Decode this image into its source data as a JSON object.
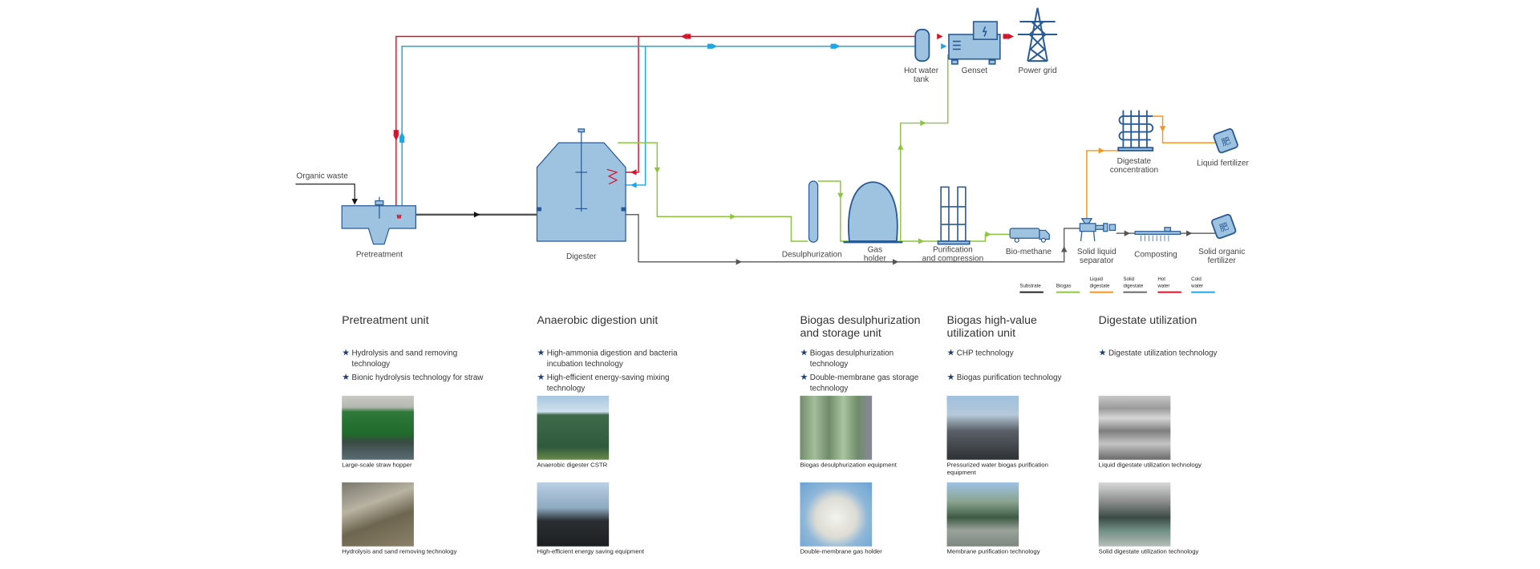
{
  "diagram": {
    "organic_waste": "Organic waste",
    "pretreatment": "Pretreatment",
    "digester": "Digester",
    "desulphurization": "Desulphurization",
    "gas_holder": [
      "Gas",
      "holder"
    ],
    "purification": [
      "Purification",
      "and compression"
    ],
    "bio_methane": "Bio-methane",
    "separator": [
      "Solid liquid",
      "separator"
    ],
    "composting": "Composting",
    "solid_fertilizer": [
      "Solid organic",
      "fertilizer"
    ],
    "concentration": [
      "Digestate",
      "concentration"
    ],
    "liquid_fertilizer": "Liquid fertilizer",
    "hot_water_tank": [
      "Hot water",
      "tank"
    ],
    "genset": "Genset",
    "power_grid": "Power grid",
    "fertilizer_bag_mark": "肥"
  },
  "legend": [
    {
      "label": [
        "",
        "Substrate"
      ],
      "color": "#222222"
    },
    {
      "label": [
        "",
        "Biogas"
      ],
      "color": "#8cc63f"
    },
    {
      "label": [
        "Liquid",
        "digestate"
      ],
      "color": "#f7941d"
    },
    {
      "label": [
        "Solid",
        "digestate"
      ],
      "color": "#666666"
    },
    {
      "label": [
        "Hot",
        "water"
      ],
      "color": "#d7132a"
    },
    {
      "label": [
        "Cold",
        "water"
      ],
      "color": "#1ea5e6"
    }
  ],
  "colors": {
    "equipment_fill": "#9dc3e0",
    "equipment_stroke": "#2a5a95",
    "star": "#1d3f77"
  },
  "units": [
    {
      "title": "Pretreatment unit",
      "bullets": [
        "Hydrolysis and sand removing technology",
        "Bionic hydrolysis technology for straw"
      ],
      "photos": [
        "Large-scale straw hopper",
        "Hydrolysis and sand removing technology"
      ]
    },
    {
      "title": "Anaerobic digestion unit",
      "bullets": [
        "High-ammonia digestion and bacteria incubation technology",
        "High-efficient energy-saving mixing technology"
      ],
      "photos": [
        "Anaerobic digester CSTR",
        "High-efficient energy saving equipment"
      ]
    },
    {
      "title": "Biogas desulphurization and storage unit",
      "bullets": [
        "Biogas desulphurization technology",
        "Double-membrane gas storage technology"
      ],
      "photos": [
        "Biogas desulphurization equipment",
        "Double-membrane gas holder"
      ]
    },
    {
      "title": "Biogas high-value utilization unit",
      "bullets": [
        "CHP technology",
        "Biogas purification technology"
      ],
      "photos": [
        "Pressurized water biogas purification equipment",
        "Membrane purification technology"
      ]
    },
    {
      "title": "Digestate utilization",
      "bullets": [
        "Digestate utilization technology"
      ],
      "photos": [
        "Liquid digestate utilization technology",
        "Solid digestate utilization technology"
      ]
    }
  ]
}
